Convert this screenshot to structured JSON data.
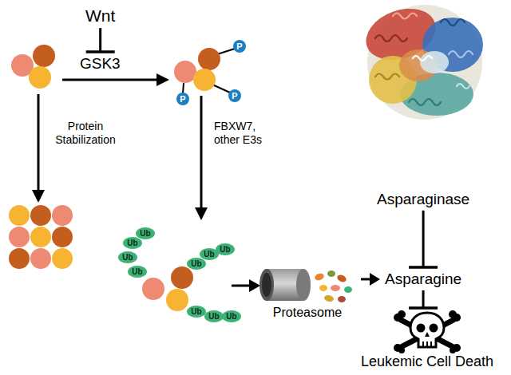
{
  "diagram": {
    "nodes": [
      {
        "text": [
          "Wnt"
        ]
      },
      {
        "text": [
          "GSK3"
        ]
      },
      {
        "text": [
          "P"
        ]
      },
      {
        "text": [
          "P"
        ]
      },
      {
        "text": [
          "P"
        ]
      },
      {
        "text": [
          "Ub"
        ]
      },
      {
        "text": [
          "Ub"
        ]
      },
      {
        "text": [
          "Ub"
        ]
      },
      {
        "text": [
          "Ub"
        ]
      },
      {
        "text": [
          "Ub"
        ]
      },
      {
        "text": [
          "Ub"
        ]
      },
      {
        "text": [
          "Ub"
        ]
      },
      {
        "text": [
          "Ub"
        ]
      },
      {
        "text": [
          "Ub"
        ]
      },
      {
        "text": [
          "Ub"
        ]
      },
      {
        "text": [
          "Proteasome"
        ]
      },
      {
        "text": [
          "Asparaginase"
        ]
      },
      {
        "text": [
          "Asparagine"
        ]
      },
      {
        "text": [
          "Leukemic Cell Death"
        ]
      }
    ],
    "edges": [
      {
        "from": 0,
        "to": 1,
        "arrow": "to"
      },
      {
        "from": 15,
        "to": 17,
        "arrow": "to"
      },
      {
        "from": 16,
        "to": 17,
        "arrow": "to"
      },
      {
        "from": 17,
        "to": 18,
        "arrow": "to"
      }
    ],
    "labels": [
      "Protein Stabilization",
      "FBXW7, other E3s"
    ]
  }
}
